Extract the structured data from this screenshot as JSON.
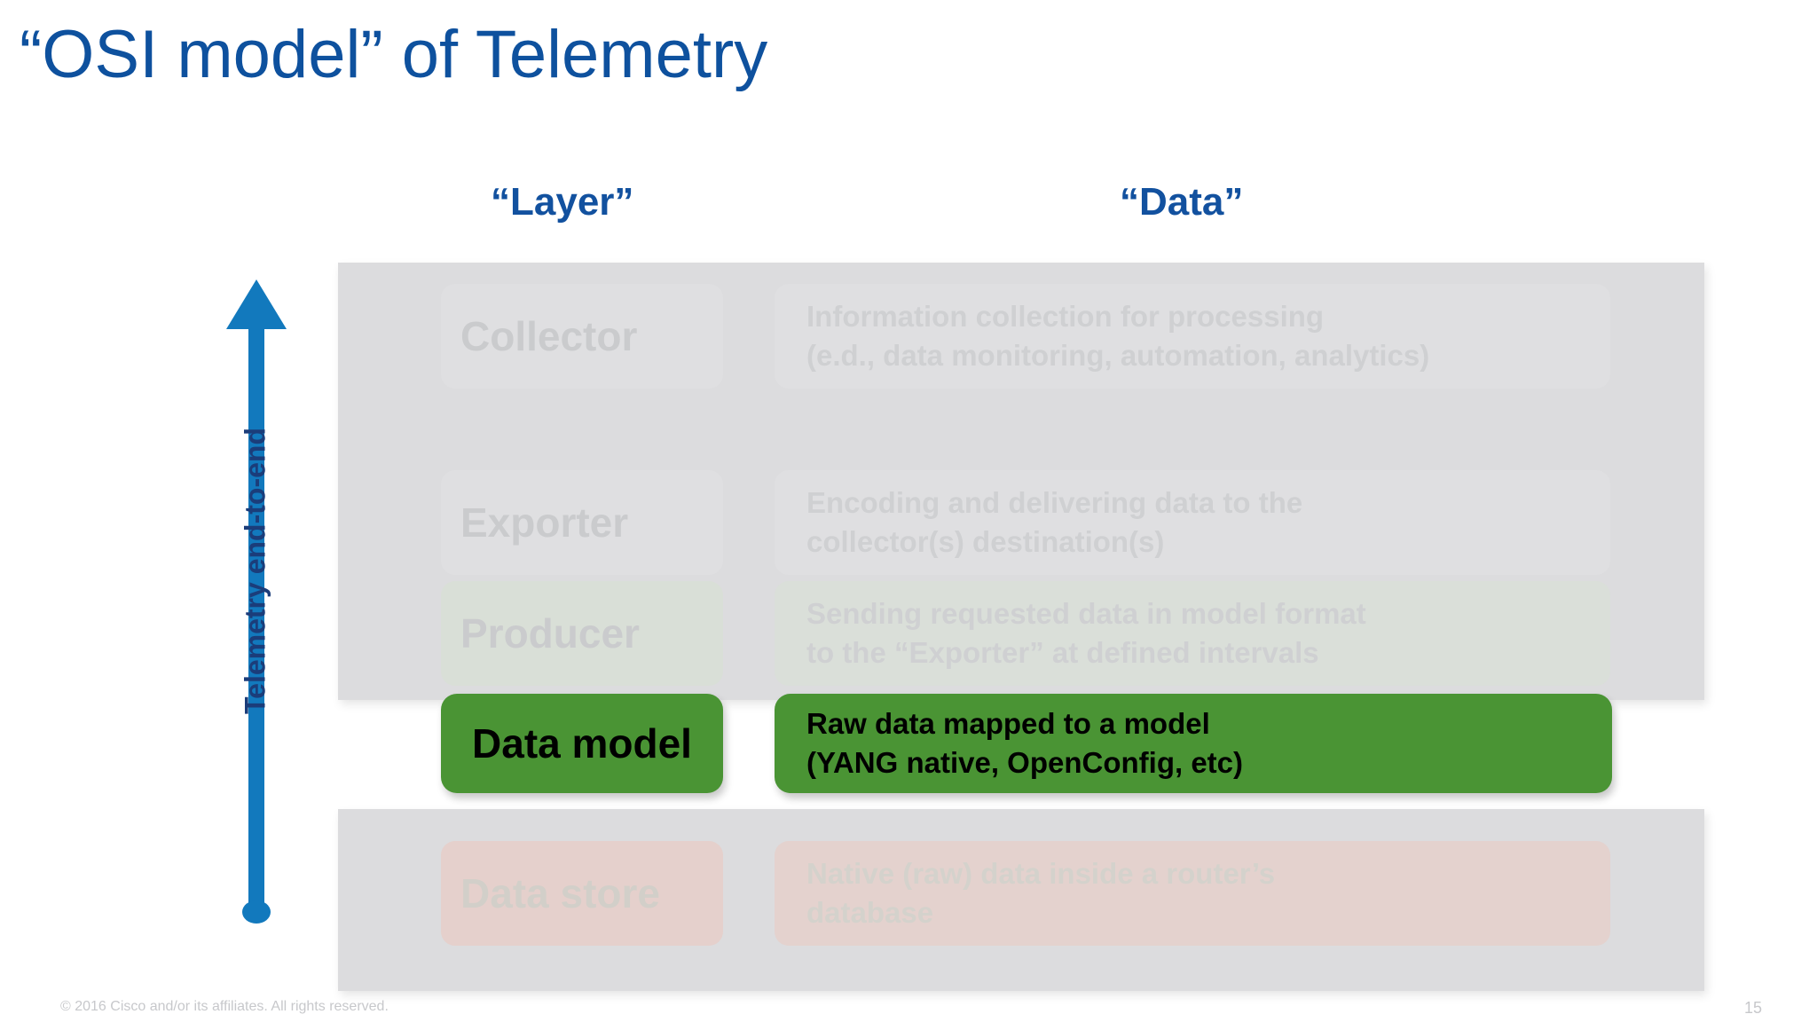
{
  "slide": {
    "title": "“OSI model” of Telemetry",
    "page_number": "15",
    "copyright": "© 2016 Cisco and/or its affiliates. All rights reserved."
  },
  "colors": {
    "title_blue": "#0e519e",
    "header_blue": "#12519f",
    "arrow_blue": "#1279bd",
    "arrow_label_navy": "#1b3d7a",
    "highlight_green": "#4a9434",
    "dim_gray_panel": "#dcdcde",
    "footer_gray": "#c7c8cb"
  },
  "headers": {
    "layer": "“Layer”",
    "data": "“Data”"
  },
  "arrow": {
    "label": "Telemetry end-to-end",
    "icon": "arrow-up-icon",
    "direction": "up"
  },
  "rows": [
    {
      "id": "collector",
      "layer": "Collector",
      "data_line1": "Information collection for processing",
      "data_line2": "(e.d., data monitoring, automation, analytics)",
      "state": "dimmed",
      "tint": "none"
    },
    {
      "id": "exporter",
      "layer": "Exporter",
      "data_line1": "Encoding and delivering data to the",
      "data_line2": "collector(s) destination(s)",
      "state": "dimmed",
      "tint": "none"
    },
    {
      "id": "producer",
      "layer": "Producer",
      "data_line1": "Sending requested data in model format",
      "data_line2": "to the “Exporter” at defined intervals",
      "state": "dimmed",
      "tint": "green"
    },
    {
      "id": "data-model",
      "layer": "Data model",
      "data_line1": "Raw data mapped to a model",
      "data_line2": "(YANG native, OpenConfig, etc)",
      "state": "highlighted",
      "tint": "green"
    },
    {
      "id": "data-store",
      "layer": "Data store",
      "data_line1": "Native (raw) data inside a router’s",
      "data_line2": "database",
      "state": "dimmed",
      "tint": "pink"
    }
  ]
}
